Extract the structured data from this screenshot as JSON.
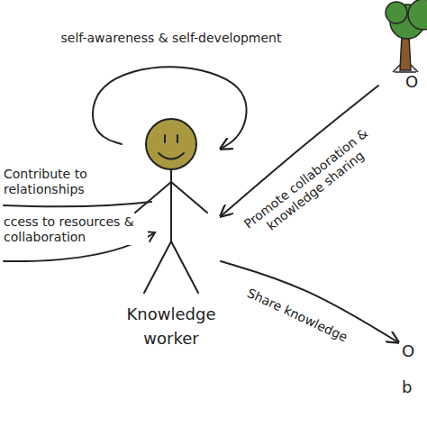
{
  "diagram": {
    "nodes": [
      {
        "text": [
          "Knowledge worker"
        ]
      },
      {
        "text": [
          "O"
        ]
      },
      {
        "text": [
          "O b"
        ]
      }
    ],
    "edges": [
      {
        "from": 0,
        "to": 0,
        "label": "self-awareness & self-development",
        "arrow": "to"
      },
      {
        "from": 1,
        "to": 0,
        "label": "Promote collaboration & knowledge sharing",
        "arrow": "to"
      },
      {
        "from": 0,
        "to": 2,
        "label": "Share knowledge",
        "arrow": "to"
      }
    ],
    "labels": [
      "Contribute to relationships",
      "ccess to resources & collaboration"
    ]
  }
}
